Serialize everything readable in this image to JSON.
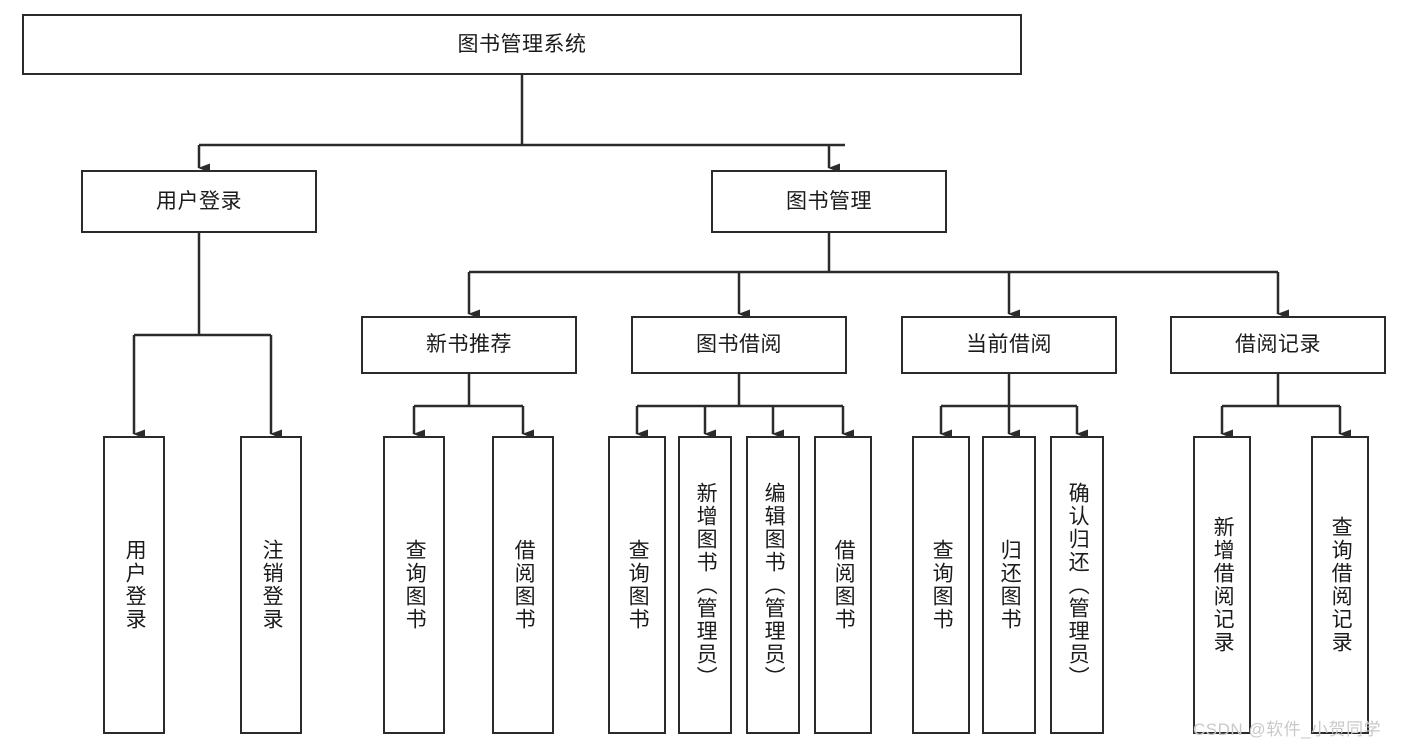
{
  "diagram": {
    "title": "图书管理系统",
    "root": {
      "label": "图书管理系统"
    },
    "level1": [
      {
        "label": "用户登录"
      },
      {
        "label": "图书管理"
      }
    ],
    "level2": [
      {
        "label": "新书推荐"
      },
      {
        "label": "图书借阅"
      },
      {
        "label": "当前借阅"
      },
      {
        "label": "借阅记录"
      }
    ],
    "leaves": {
      "user_login": [
        {
          "label": "用户登录"
        },
        {
          "label": "注销登录"
        }
      ],
      "new_book_recommend": [
        {
          "label": "查询图书"
        },
        {
          "label": "借阅图书"
        }
      ],
      "book_borrow": [
        {
          "label": "查询图书"
        },
        {
          "label": "新增图书（管理员）"
        },
        {
          "label": "编辑图书（管理员）"
        },
        {
          "label": "借阅图书"
        }
      ],
      "current_borrow": [
        {
          "label": "查询图书"
        },
        {
          "label": "归还图书"
        },
        {
          "label": "确认归还（管理员）"
        }
      ],
      "borrow_record": [
        {
          "label": "新增借阅记录"
        },
        {
          "label": "查询借阅记录"
        }
      ]
    }
  },
  "watermark": {
    "text": "CSDN @软件_小贺同学"
  },
  "colors": {
    "stroke": "#2b2b2b",
    "fill": "#ffffff",
    "text": "#1b1b1b",
    "watermark": "#c9c9c9"
  }
}
